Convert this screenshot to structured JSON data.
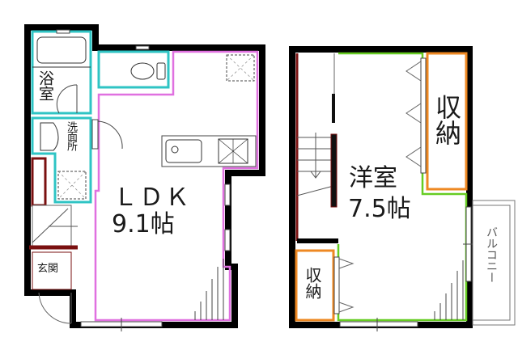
{
  "floor_plan": {
    "floor1": {
      "rooms": [
        {
          "id": "bath",
          "label": "浴室"
        },
        {
          "id": "washroom",
          "label": "洗面所"
        },
        {
          "id": "entrance",
          "label": "玄関"
        },
        {
          "id": "ldk",
          "label": "ＬＤＫ",
          "size": "9.1帖"
        }
      ]
    },
    "floor2": {
      "rooms": [
        {
          "id": "western-room",
          "label": "洋室",
          "size": "7.5帖"
        },
        {
          "id": "closet-large",
          "label": "収納"
        },
        {
          "id": "closet-small",
          "label": "収納"
        },
        {
          "id": "balcony",
          "label": "バルコニー"
        }
      ]
    },
    "colors": {
      "wall": "#000000",
      "wet_area": "#2fc4c4",
      "ldk_outline": "#e070e0",
      "room_outline": "#66cc22",
      "storage_outline": "#ee8822",
      "stair_wall": "#7a1010"
    }
  }
}
